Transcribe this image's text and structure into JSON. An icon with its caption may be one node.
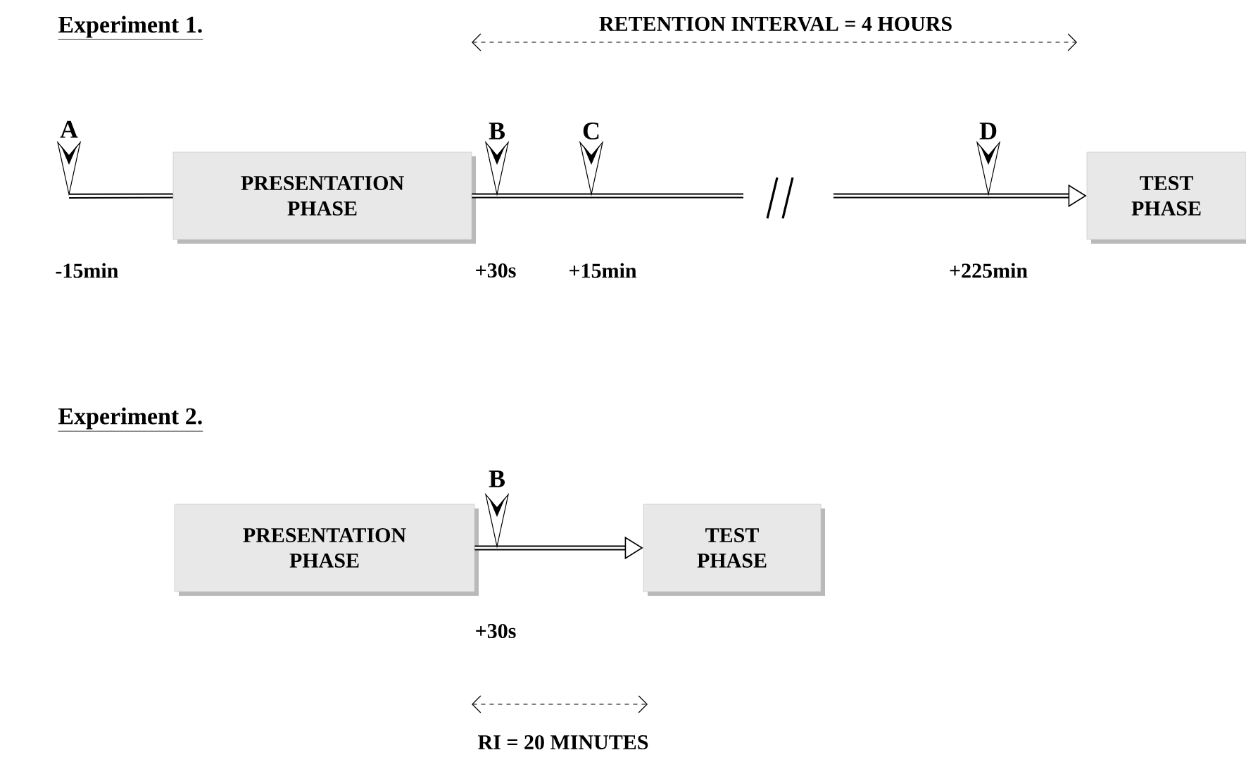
{
  "diagram": {
    "nodes": [
      {
        "text": [
          "A"
        ]
      },
      {
        "text": [
          "PRESENTATION PHASE"
        ]
      },
      {
        "text": [
          "TEST PHASE"
        ]
      },
      {
        "text": [
          "PRESENTATION PHASE"
        ]
      },
      {
        "text": [
          "TEST PHASE"
        ]
      }
    ],
    "edges": [
      {
        "from": 0,
        "to": 1,
        "arrow": "none"
      },
      {
        "from": 1,
        "to": 2,
        "arrow": "to"
      },
      {
        "from": 3,
        "to": 4,
        "arrow": "to"
      }
    ],
    "labels": [
      "Experiment 1.",
      "RETENTION INTERVAL = 4 HOURS",
      "B",
      "C",
      "D",
      "-15min",
      "+30s",
      "+15min",
      "+225min",
      "Experiment 2.",
      "B",
      "+30s",
      "RI = 20 MINUTES"
    ]
  }
}
